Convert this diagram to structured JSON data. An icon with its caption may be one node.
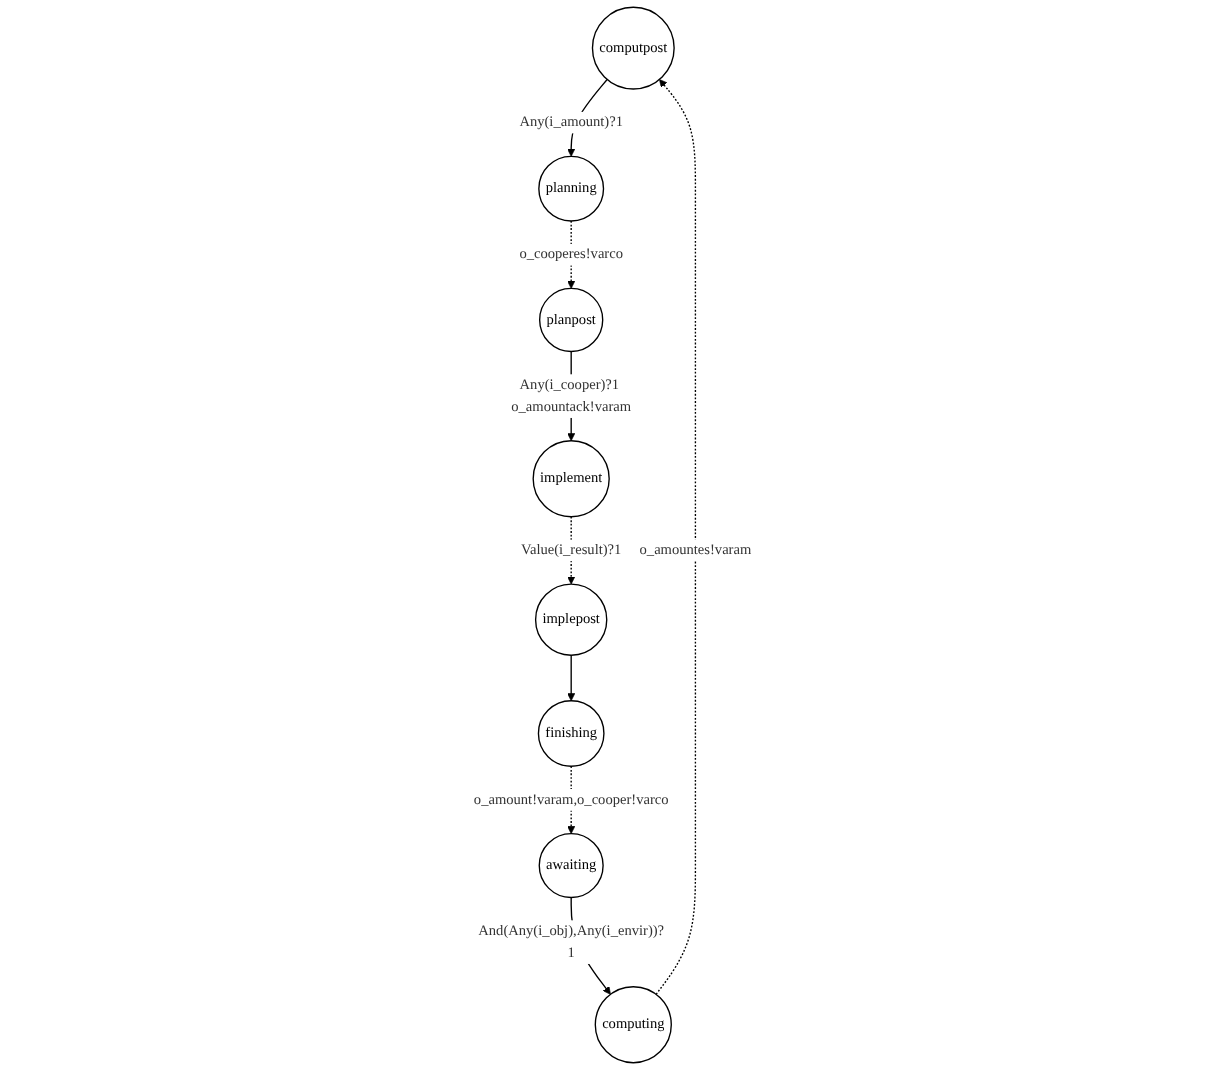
{
  "diagram": {
    "nodes": [
      {
        "text": [
          "computpost"
        ]
      },
      {
        "text": [
          "computing"
        ]
      },
      {
        "text": [
          "planning"
        ]
      },
      {
        "text": [
          "awaiting"
        ]
      },
      {
        "text": [
          "implepost"
        ]
      },
      {
        "text": [
          "planpost"
        ]
      },
      {
        "text": [
          "finishing"
        ]
      },
      {
        "text": [
          "implement"
        ]
      }
    ],
    "edges": [
      {
        "from": 1,
        "to": 0,
        "arrow": "to",
        "style": "dashed",
        "label": "o_amountes!varam"
      },
      {
        "from": 0,
        "to": 2,
        "arrow": "to",
        "label": "Any(i_amount)?1"
      },
      {
        "from": 2,
        "to": 5,
        "arrow": "to",
        "style": "dashed",
        "label": "o_cooperes!varco"
      },
      {
        "from": 5,
        "to": 7,
        "arrow": "to",
        "label": "Any(i_cooper)?1 o_amountack!varam"
      },
      {
        "from": 7,
        "to": 4,
        "arrow": "to",
        "style": "dashed",
        "label": "Value(i_result)?1"
      },
      {
        "from": 4,
        "to": 6,
        "arrow": "to"
      },
      {
        "from": 6,
        "to": 3,
        "arrow": "to",
        "style": "dashed",
        "label": "o_amount!varam,o_cooper!varco"
      },
      {
        "from": 3,
        "to": 1,
        "arrow": "to",
        "label": "And(Any(i_obj),Any(i_envir))?1"
      }
    ]
  }
}
